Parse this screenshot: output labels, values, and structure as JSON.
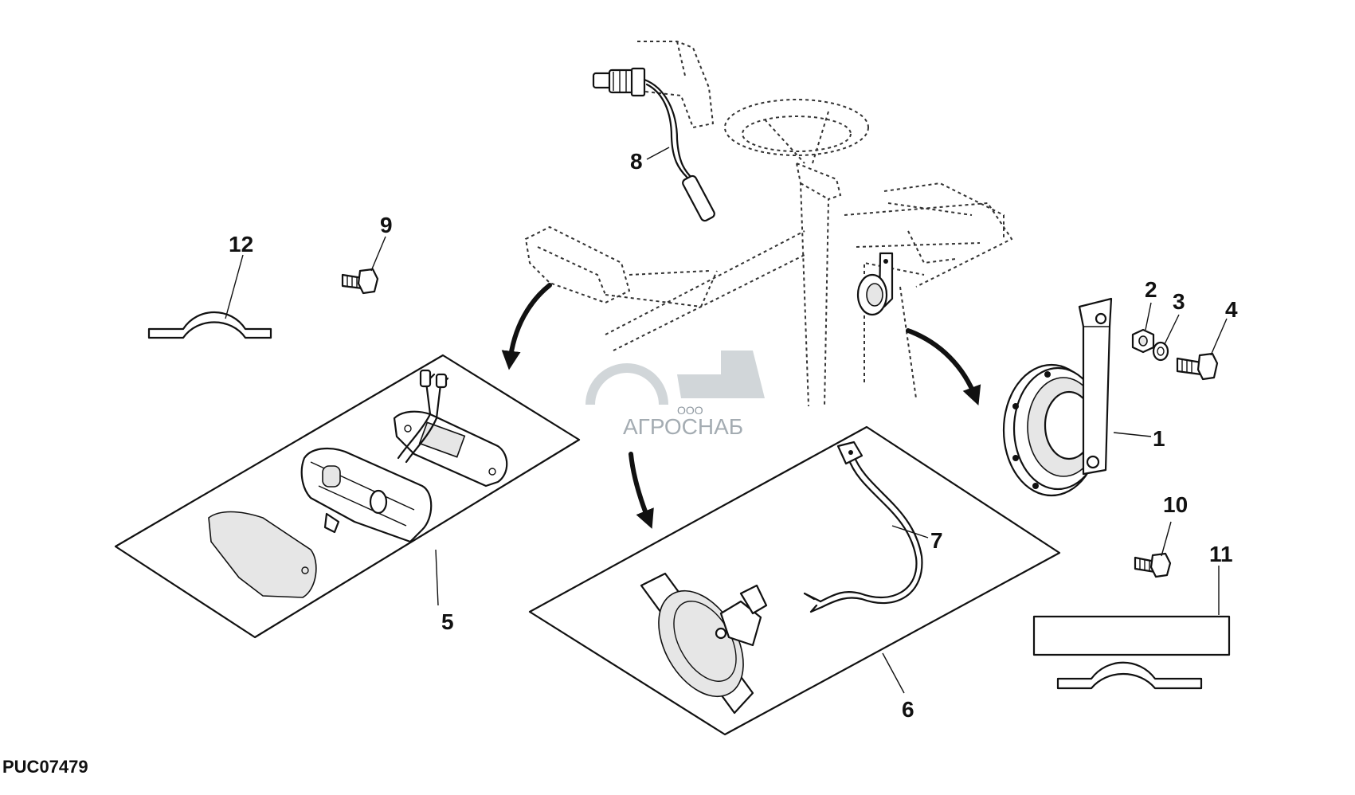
{
  "diagram": {
    "code": "PUC07479",
    "callouts": [
      "1",
      "2",
      "3",
      "4",
      "5",
      "6",
      "7",
      "8",
      "9",
      "10",
      "11",
      "12"
    ]
  },
  "watermark": {
    "prefix": "ООО",
    "name": "АГРОСНАБ"
  },
  "colors": {
    "ink": "#111111",
    "background": "#ffffff",
    "watermark": "#9aa3ab"
  }
}
